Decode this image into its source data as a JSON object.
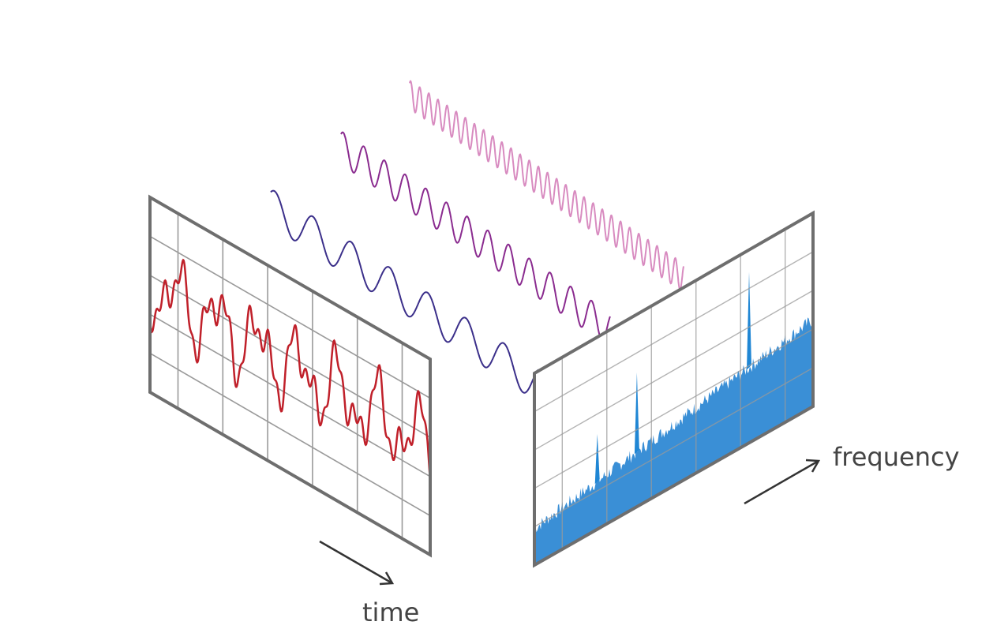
{
  "labels": {
    "time": "time",
    "frequency": "frequency"
  },
  "colors": {
    "frame": "#6e6e6e",
    "grid": "#9a9a9a",
    "time_signal": "#c0202a",
    "spectrum_fill": "#3a8fd6",
    "spectrum_peak": "#1f86d4",
    "wave_low": "#3b2f8a",
    "wave_mid": "#8a2b8f",
    "wave_high": "#d88bc0",
    "arrow": "#333333",
    "label": "#444444"
  },
  "component_waves": [
    {
      "cycles": 7,
      "color_key": "wave_low"
    },
    {
      "cycles": 13,
      "color_key": "wave_mid"
    },
    {
      "cycles": 30,
      "color_key": "wave_high"
    }
  ],
  "spectrum_peaks": [
    {
      "cycles": 7,
      "relative_height": 0.45
    },
    {
      "cycles": 13,
      "relative_height": 0.75
    },
    {
      "cycles": 30,
      "relative_height": 0.9
    }
  ]
}
